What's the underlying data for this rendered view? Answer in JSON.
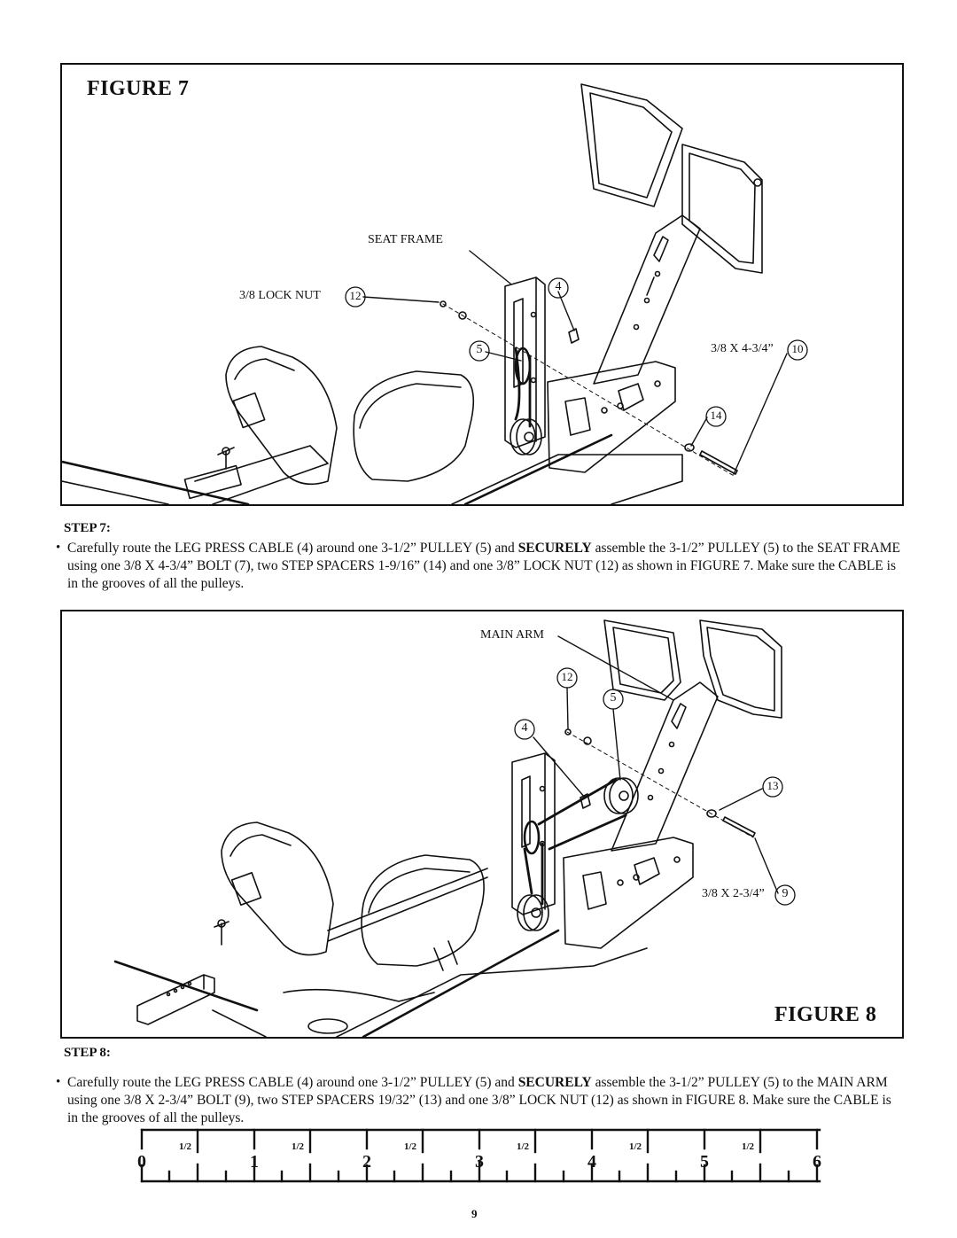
{
  "figure7": {
    "title": "FIGURE 7",
    "labels": {
      "seat_frame": "SEAT FRAME",
      "lock_nut": "3/8 LOCK NUT",
      "bolt": "3/8 X 4-3/4”"
    },
    "numbers": {
      "lock_nut": "12",
      "cable": "4",
      "pulley": "5",
      "bolt": "10",
      "spacer": "14"
    }
  },
  "step7": {
    "heading": "STEP 7:",
    "bullet": "•",
    "text_a": "Carefully route the LEG PRESS CABLE (4) around one 3-1/2” PULLEY (5) and ",
    "bold": "SECURELY",
    "text_b": " assemble the 3-1/2” PULLEY (5) to the SEAT FRAME using one 3/8 X 4-3/4” BOLT (7), two STEP SPACERS 1-9/16” (14) and one 3/8” LOCK NUT (12) as shown in FIGURE 7. Make sure the CABLE is in the grooves of all the pulleys."
  },
  "figure8": {
    "title": "FIGURE 8",
    "labels": {
      "main_arm": "MAIN ARM",
      "bolt": "3/8 X 2-3/4”"
    },
    "numbers": {
      "lock_nut": "12",
      "pulley": "5",
      "cable": "4",
      "spacer": "13",
      "bolt": "9"
    }
  },
  "step8": {
    "heading": "STEP 8:",
    "bullet": "•",
    "text_a": "Carefully route the LEG PRESS CABLE (4) around one 3-1/2” PULLEY (5) and ",
    "bold": "SECURELY",
    "text_b": " assemble the 3-1/2” PULLEY (5) to the MAIN ARM using one 3/8 X 2-3/4” BOLT (9), two STEP SPACERS 19/32” (13) and one 3/8” LOCK NUT (12) as shown in FIGURE 8. Make sure the CABLE is in the grooves of all the pulleys."
  },
  "ruler": {
    "numbers": [
      "0",
      "1",
      "2",
      "3",
      "4",
      "5",
      "6"
    ],
    "half_label": "1/2"
  },
  "page_number": "9"
}
